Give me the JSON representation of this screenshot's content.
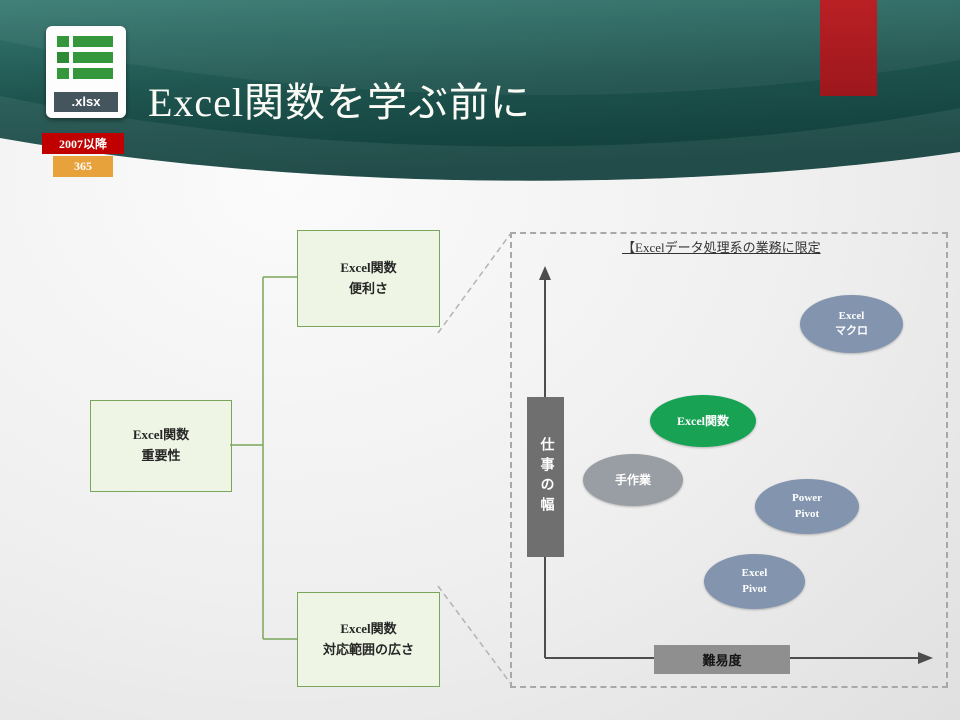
{
  "slide": {
    "title": "Excel関数を学ぶ前に",
    "file_icon": {
      "extension_label": ".xlsx"
    },
    "badges": [
      {
        "label": "2007以降",
        "color": "#c00000"
      },
      {
        "label": "365",
        "color": "#e8a23c"
      }
    ],
    "accent_color": "#b02025",
    "header_color": "#1d524d"
  },
  "hierarchy": {
    "root": {
      "label": "Excel関数\n重要性"
    },
    "children": [
      {
        "label": "Excel関数\n便利さ"
      },
      {
        "label": "Excel関数\n対応範囲の広さ"
      }
    ],
    "box_fill": "#eef5e4",
    "box_border": "#7aa65a"
  },
  "chart": {
    "note": "【Excelデータ処理系の業務に限定",
    "y_axis_label": "仕事の幅",
    "x_axis_label": "難易度",
    "bubbles": [
      {
        "label": "Excel\nマクロ",
        "color": "#8294ae"
      },
      {
        "label": "Excel関数",
        "color": "#17a254"
      },
      {
        "label": "手作業",
        "color": "#989ea3"
      },
      {
        "label": "Power\nPivot",
        "color": "#8294ae"
      },
      {
        "label": "Excel\nPivot",
        "color": "#8294ae"
      }
    ]
  },
  "chart_data": {
    "type": "scatter",
    "title": "【Excelデータ処理系の業務に限定",
    "xlabel": "難易度",
    "ylabel": "仕事の幅",
    "xlim": [
      0,
      1
    ],
    "ylim": [
      0,
      1
    ],
    "grid": false,
    "points": [
      {
        "label": "手作業",
        "x": 0.23,
        "y": 0.47
      },
      {
        "label": "Excel関数",
        "x": 0.41,
        "y": 0.62
      },
      {
        "label": "Excel Pivot",
        "x": 0.54,
        "y": 0.2
      },
      {
        "label": "Power Pivot",
        "x": 0.68,
        "y": 0.4
      },
      {
        "label": "Excelマクロ",
        "x": 0.79,
        "y": 0.87
      }
    ]
  }
}
